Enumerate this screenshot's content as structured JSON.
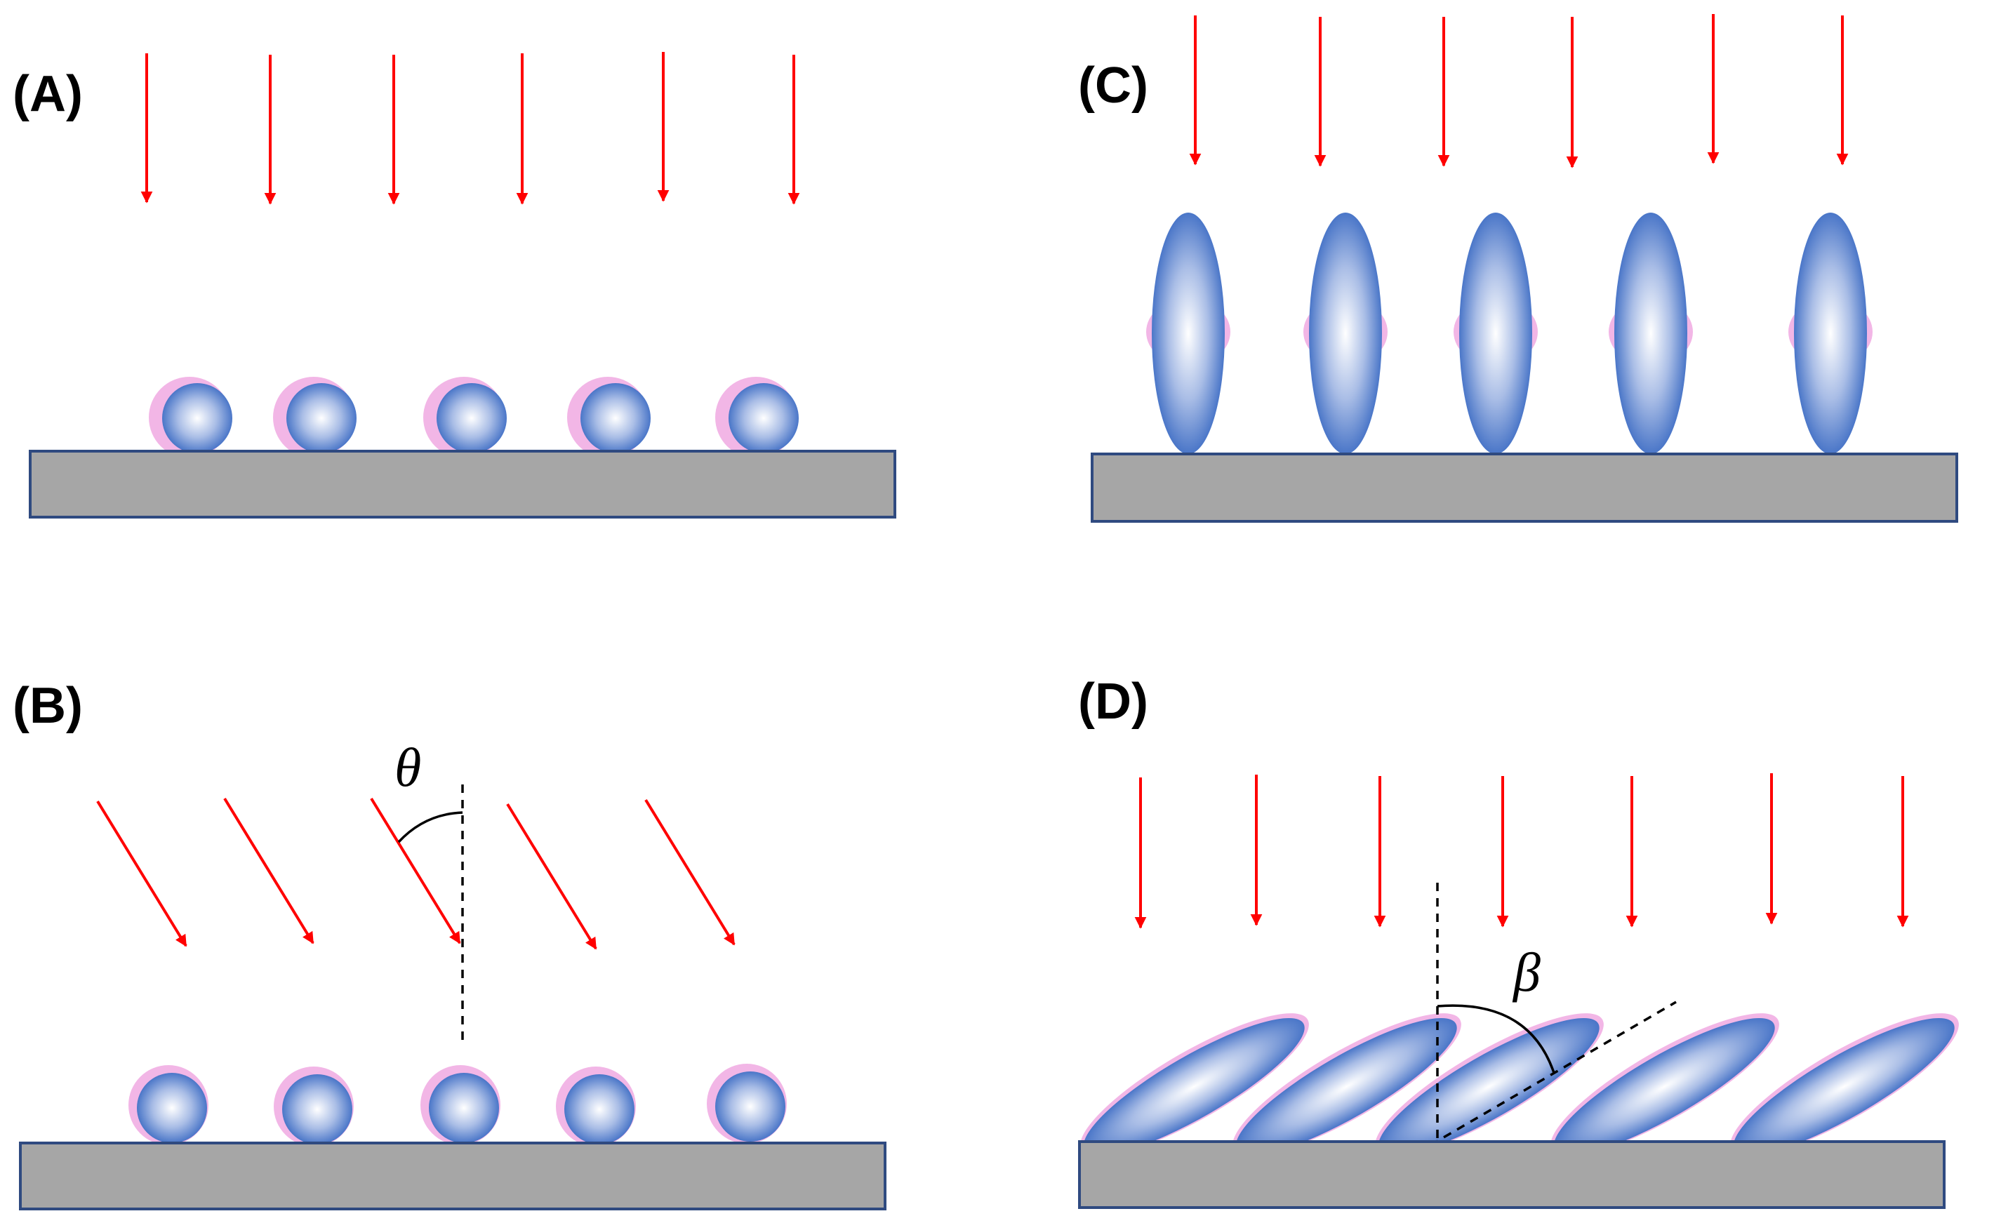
{
  "panels": {
    "A": {
      "label": "(A)"
    },
    "B": {
      "label": "(B)",
      "angle_symbol": "θ"
    },
    "C": {
      "label": "(C)"
    },
    "D": {
      "label": "(D)",
      "angle_symbol": "β"
    }
  },
  "colors": {
    "beam": "#ff0000",
    "substrate_fill": "#a6a6a6",
    "substrate_edge": "#2f4a80",
    "particle_edge": "#4472c4",
    "particle_center": "#ffffff",
    "particle_halo": "#f2b6e6",
    "angle_guide": "#000000"
  }
}
